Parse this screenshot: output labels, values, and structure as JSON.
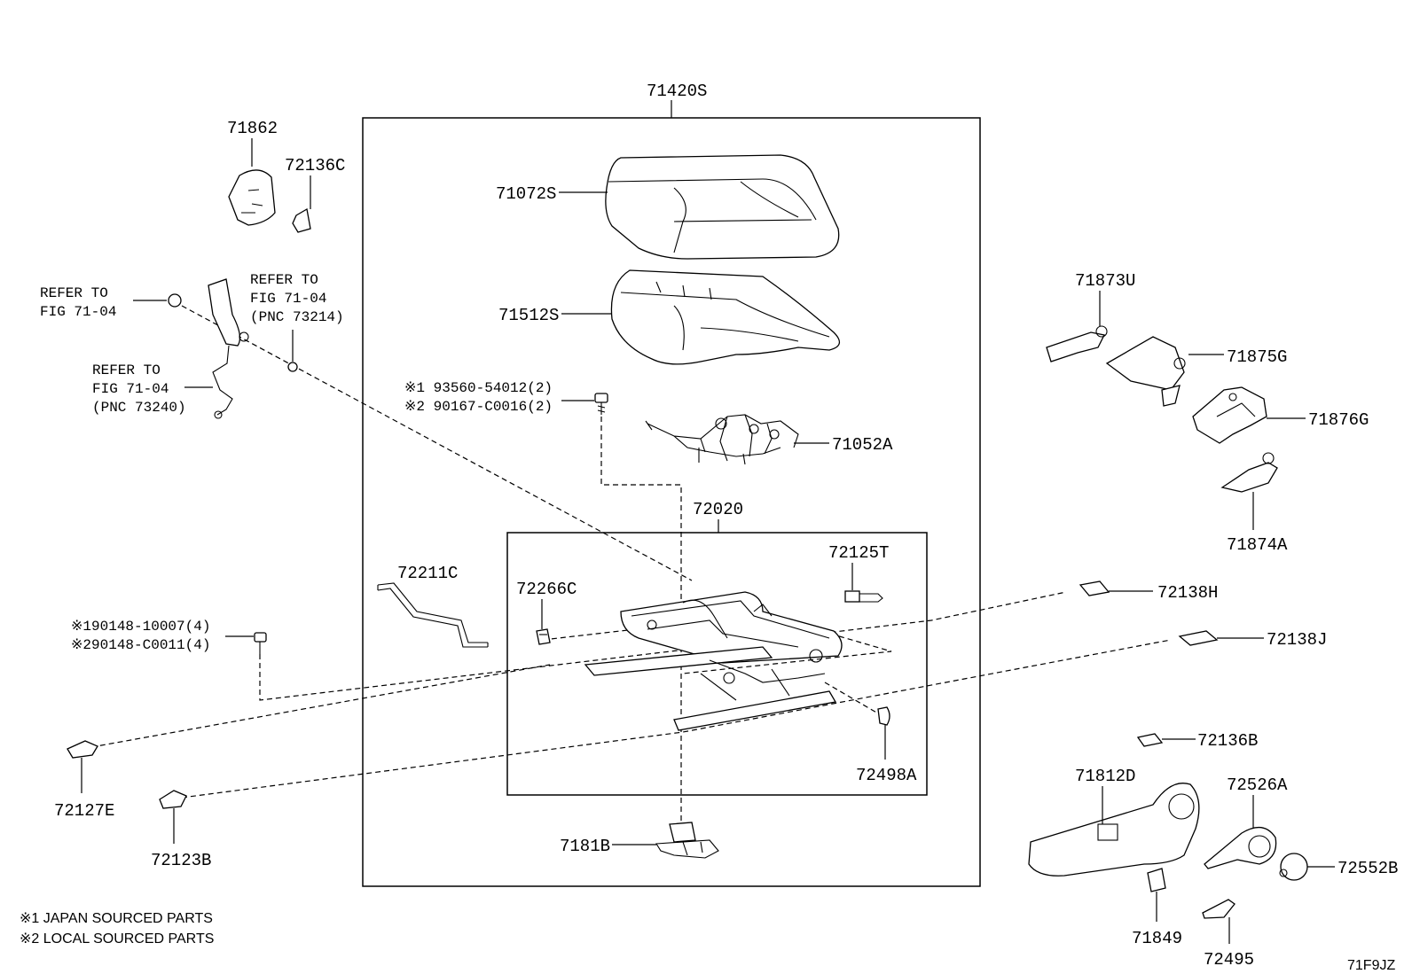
{
  "labels": {
    "assembly": "71420S",
    "cushion_cover": "71072S",
    "cushion_pad": "71512S",
    "spring_assy": "71052A",
    "adjuster": "72020",
    "p72125T": "72125T",
    "p72266C": "72266C",
    "p72211C": "72211C",
    "p72498A": "72498A",
    "p7181B": "7181B",
    "p71862": "71862",
    "p72136C": "72136C",
    "p71873U": "71873U",
    "p71875G": "71875G",
    "p71876G": "71876G",
    "p71874A": "71874A",
    "p72138H": "72138H",
    "p72138J": "72138J",
    "p72127E": "72127E",
    "p72123B": "72123B",
    "p72136B": "72136B",
    "p71812D": "71812D",
    "p72526A": "72526A",
    "p72552B": "72552B",
    "p71849": "71849",
    "p72495": "72495"
  },
  "refs": {
    "left_a1": "REFER TO",
    "left_a2": "FIG 71-04",
    "right_a1": "REFER TO",
    "right_a2": "FIG 71-04",
    "right_a3": "(PNC 73214)",
    "mid_b1": "REFER TO",
    "mid_b2": "FIG 71-04",
    "mid_b3": "(PNC 73240)"
  },
  "bolts": {
    "top_1": "※1 93560-54012(2)",
    "top_2": "※2 90167-C0016(2)",
    "left_1": "※190148-10007(4)",
    "left_2": "※290148-C0011(4)"
  },
  "notes": {
    "n1": "※1 JAPAN SOURCED PARTS",
    "n2": "※2 LOCAL SOURCED PARTS"
  },
  "figure_code": "71F9JZ"
}
